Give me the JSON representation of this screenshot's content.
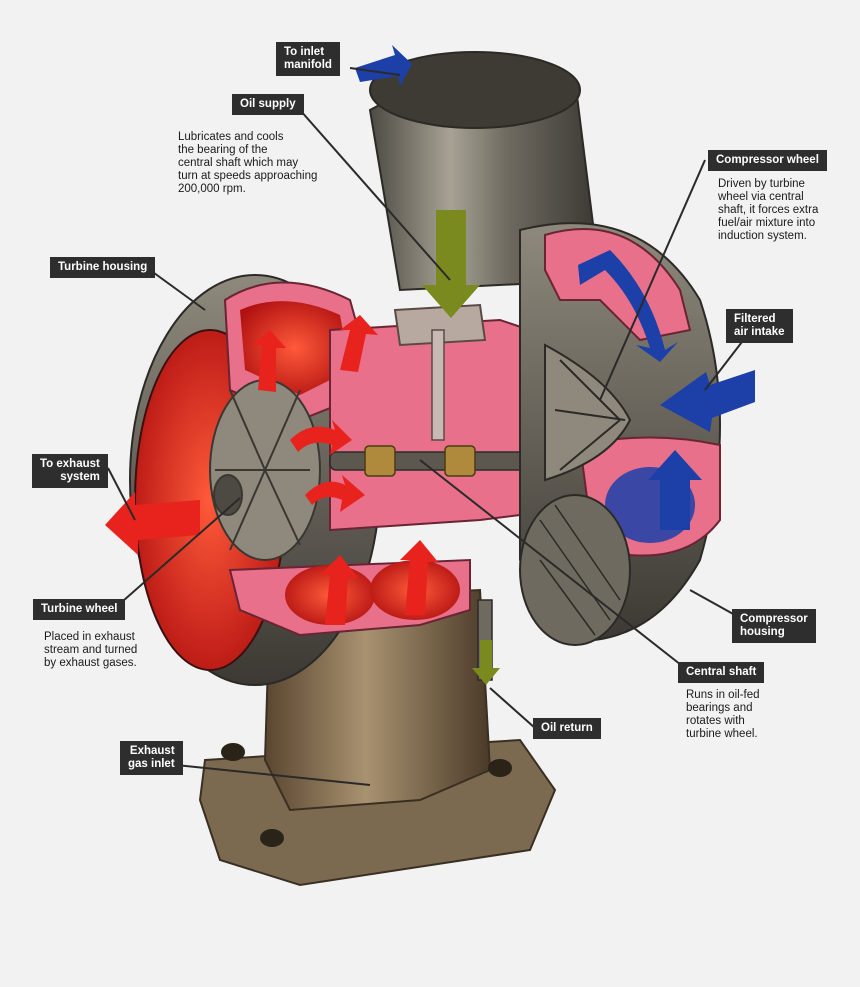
{
  "colors": {
    "background": "#f2f2f2",
    "label_bg": "#2e2e2e",
    "metal": "#6e6a60",
    "cutaway": "#e8708a",
    "hot_flow": "#e8231e",
    "cold_flow": "#1c3fa8",
    "oil_flow": "#7a8a1e"
  },
  "labels": {
    "to_inlet_manifold": "To inlet\nmanifold",
    "oil_supply": "Oil supply",
    "compressor_wheel": "Compressor wheel",
    "turbine_housing": "Turbine housing",
    "filtered_air_intake": "Filtered\nair intake",
    "to_exhaust_system": "To exhaust\nsystem",
    "turbine_wheel": "Turbine wheel",
    "compressor_housing": "Compressor\nhousing",
    "central_shaft": "Central shaft",
    "oil_return": "Oil return",
    "exhaust_gas_inlet": "Exhaust\ngas inlet"
  },
  "descriptions": {
    "oil_supply": "Lubricates and cools\nthe bearing of the\ncentral shaft which may\nturn at speeds approaching\n200,000 rpm.",
    "compressor_wheel": "Driven by turbine\nwheel via central\nshaft, it forces extra\nfuel/air mixture into\ninduction system.",
    "turbine_wheel": "Placed in exhaust\nstream and turned\nby exhaust gases.",
    "central_shaft": "Runs in oil-fed\nbearings and\nrotates with\nturbine wheel."
  }
}
